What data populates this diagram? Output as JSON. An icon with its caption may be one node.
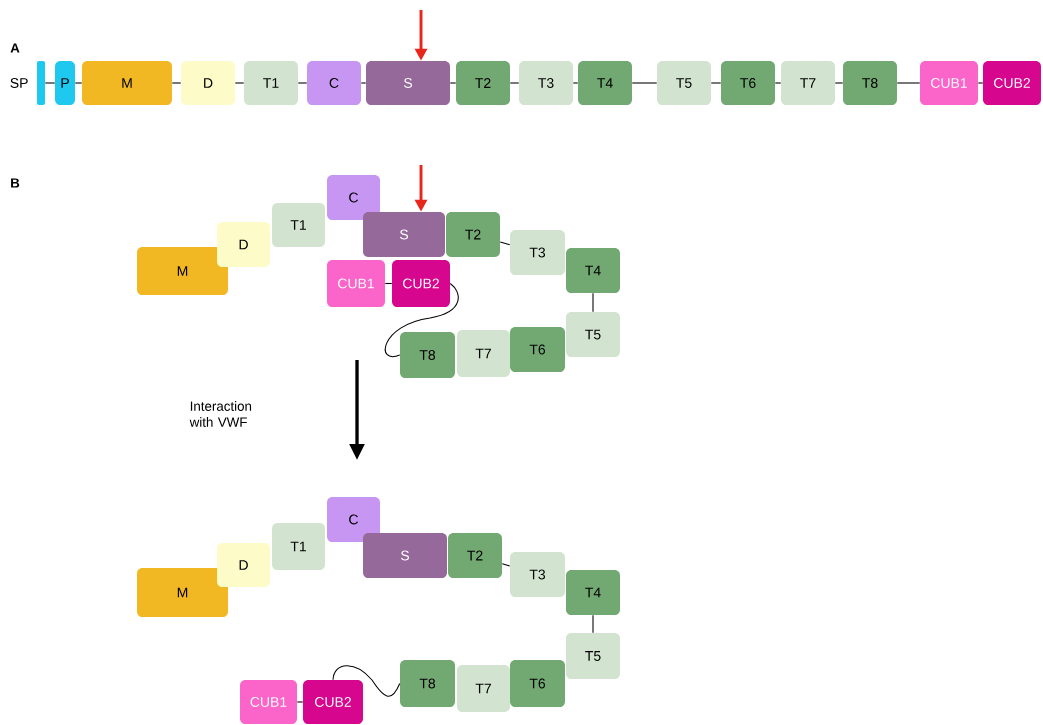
{
  "diagram": {
    "nodes": [
      {
        "text": [],
        "shape": "bar",
        "beside": [
          "SP"
        ]
      },
      {
        "text": [
          "P"
        ]
      },
      {
        "text": [
          "M"
        ]
      },
      {
        "text": [
          "D"
        ]
      },
      {
        "text": [
          "T1"
        ]
      },
      {
        "text": [
          "C"
        ]
      },
      {
        "text": [
          "S"
        ]
      },
      {
        "text": [
          "T2"
        ]
      },
      {
        "text": [
          "T3"
        ]
      },
      {
        "text": [
          "T4"
        ]
      },
      {
        "text": [
          "T5"
        ]
      },
      {
        "text": [
          "T6"
        ]
      },
      {
        "text": [
          "T7"
        ]
      },
      {
        "text": [
          "T8"
        ]
      },
      {
        "text": [
          "CUB1"
        ]
      },
      {
        "text": [
          "CUB2"
        ]
      },
      {
        "text": [
          "M"
        ]
      },
      {
        "text": [
          "D"
        ]
      },
      {
        "text": [
          "T1"
        ]
      },
      {
        "text": [
          "C"
        ]
      },
      {
        "text": [
          "S"
        ]
      },
      {
        "text": [
          "T2"
        ]
      },
      {
        "text": [
          "T3"
        ]
      },
      {
        "text": [
          "T4"
        ]
      },
      {
        "text": [
          "T5"
        ]
      },
      {
        "text": [
          "T6"
        ]
      },
      {
        "text": [
          "T7"
        ]
      },
      {
        "text": [
          "T8"
        ]
      },
      {
        "text": [
          "CUB1"
        ]
      },
      {
        "text": [
          "CUB2"
        ]
      },
      {
        "text": [
          "M"
        ]
      },
      {
        "text": [
          "D"
        ]
      },
      {
        "text": [
          "T1"
        ]
      },
      {
        "text": [
          "C"
        ]
      },
      {
        "text": [
          "S"
        ]
      },
      {
        "text": [
          "T2"
        ]
      },
      {
        "text": [
          "T3"
        ]
      },
      {
        "text": [
          "T4"
        ]
      },
      {
        "text": [
          "T5"
        ]
      },
      {
        "text": [
          "T6"
        ]
      },
      {
        "text": [
          "T7"
        ]
      },
      {
        "text": [
          "T8"
        ]
      },
      {
        "text": [
          "CUB1"
        ]
      },
      {
        "text": [
          "CUB2"
        ]
      }
    ],
    "edges": [
      {
        "from": 0,
        "to": 1,
        "arrow": "none"
      },
      {
        "from": 1,
        "to": 2,
        "arrow": "none"
      },
      {
        "from": 2,
        "to": 3,
        "arrow": "none"
      },
      {
        "from": 3,
        "to": 4,
        "arrow": "none"
      },
      {
        "from": 4,
        "to": 5,
        "arrow": "none"
      },
      {
        "from": 5,
        "to": 6,
        "arrow": "none"
      },
      {
        "from": 6,
        "to": 7,
        "arrow": "none"
      },
      {
        "from": 7,
        "to": 8,
        "arrow": "none"
      },
      {
        "from": 8,
        "to": 9,
        "arrow": "none"
      },
      {
        "from": 9,
        "to": 10,
        "arrow": "none"
      },
      {
        "from": 10,
        "to": 11,
        "arrow": "none"
      },
      {
        "from": 11,
        "to": 12,
        "arrow": "none"
      },
      {
        "from": 12,
        "to": 13,
        "arrow": "none"
      },
      {
        "from": 13,
        "to": 14,
        "arrow": "none"
      },
      {
        "from": 14,
        "to": 15,
        "arrow": "none"
      },
      {
        "from": null,
        "to": 6,
        "arrow": "to",
        "style": "thick",
        "color": "#e8261c"
      },
      {
        "from": 21,
        "to": 22,
        "arrow": "none"
      },
      {
        "from": 23,
        "to": 24,
        "arrow": "none"
      },
      {
        "from": 28,
        "to": 29,
        "arrow": "none"
      },
      {
        "from": 29,
        "to": 27,
        "arrow": "none"
      },
      {
        "from": null,
        "to": 20,
        "arrow": "to",
        "style": "thick",
        "color": "#e8261c"
      },
      {
        "from": 35,
        "to": 36,
        "arrow": "none"
      },
      {
        "from": 37,
        "to": 38,
        "arrow": "none"
      },
      {
        "from": 42,
        "to": 43,
        "arrow": "none"
      },
      {
        "from": 43,
        "to": 41,
        "arrow": "none"
      }
    ],
    "labels": [
      "A",
      "B",
      "Interaction with VWF"
    ]
  }
}
